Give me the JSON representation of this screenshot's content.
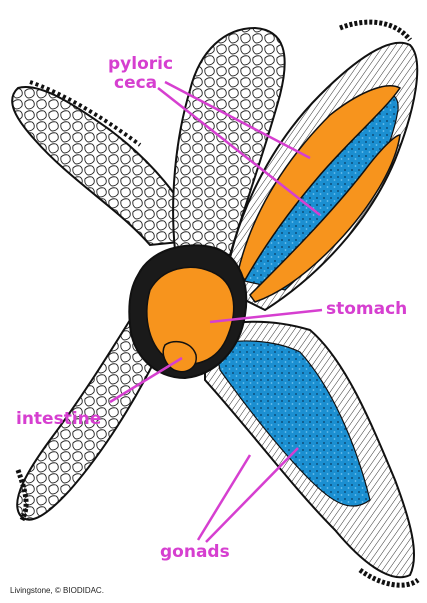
{
  "labels": {
    "pyloric_line1": "pyloric",
    "pyloric_line2": "ceca",
    "stomach": "stomach",
    "intestine": "intestine",
    "gonads": "gonads"
  },
  "credit": "Livingstone, © BIODIDAC.",
  "colors": {
    "label": "#d63fd0",
    "digestive": "#f7941d",
    "gonad": "#1b8fd1",
    "outline": "#111111"
  }
}
